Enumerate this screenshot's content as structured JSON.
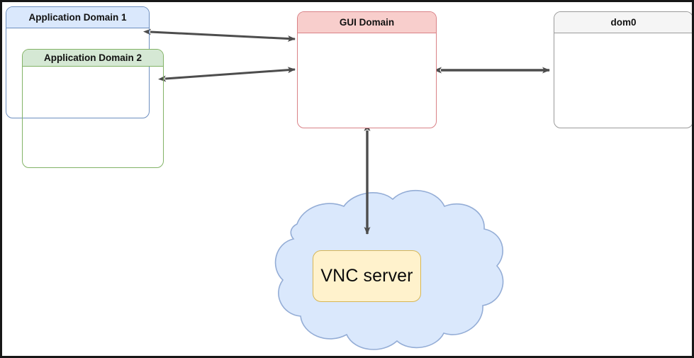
{
  "diagram": {
    "title": "VNC server architecture across Xen domains",
    "background": "#ffffff",
    "border_color": "#171717",
    "nodes": {
      "app_domain_1": {
        "label": "Application Domain 1",
        "fill": "#dae8fc",
        "stroke": "#6c8ebf",
        "shape": "rounded-rect-with-header"
      },
      "app_domain_2": {
        "label": "Application Domain 2",
        "fill": "#d5e8d4",
        "stroke": "#82b366",
        "shape": "rounded-rect-with-header"
      },
      "gui_domain": {
        "label": "GUI Domain",
        "fill": "#f8cecc",
        "stroke": "#d98186",
        "shape": "rounded-rect-with-header"
      },
      "dom0": {
        "label": "dom0",
        "fill": "#f5f5f5",
        "stroke": "#9a9a9a",
        "shape": "rounded-rect-with-header"
      },
      "vnc_server": {
        "label": "VNC server",
        "fill": "#fff2cc",
        "stroke": "#d6b656",
        "shape": "rounded-rect"
      },
      "cloud": {
        "label": "",
        "fill": "#dae8fc",
        "stroke": "#94add6",
        "shape": "cloud"
      }
    },
    "connections": [
      {
        "name": "app-domain-1-to-gui-domain",
        "from": "app_domain_1",
        "to": "gui_domain",
        "style": "double-headed-arrow",
        "color": "#4d4d4d"
      },
      {
        "name": "app-domain-2-to-gui-domain",
        "from": "app_domain_2",
        "to": "gui_domain",
        "style": "double-headed-arrow",
        "color": "#4d4d4d"
      },
      {
        "name": "gui-domain-to-dom0",
        "from": "gui_domain",
        "to": "dom0",
        "style": "double-headed-arrow",
        "color": "#4d4d4d"
      },
      {
        "name": "gui-domain-to-vnc-cloud",
        "from": "gui_domain",
        "to": "cloud",
        "style": "double-headed-arrow",
        "color": "#4d4d4d"
      }
    ]
  }
}
